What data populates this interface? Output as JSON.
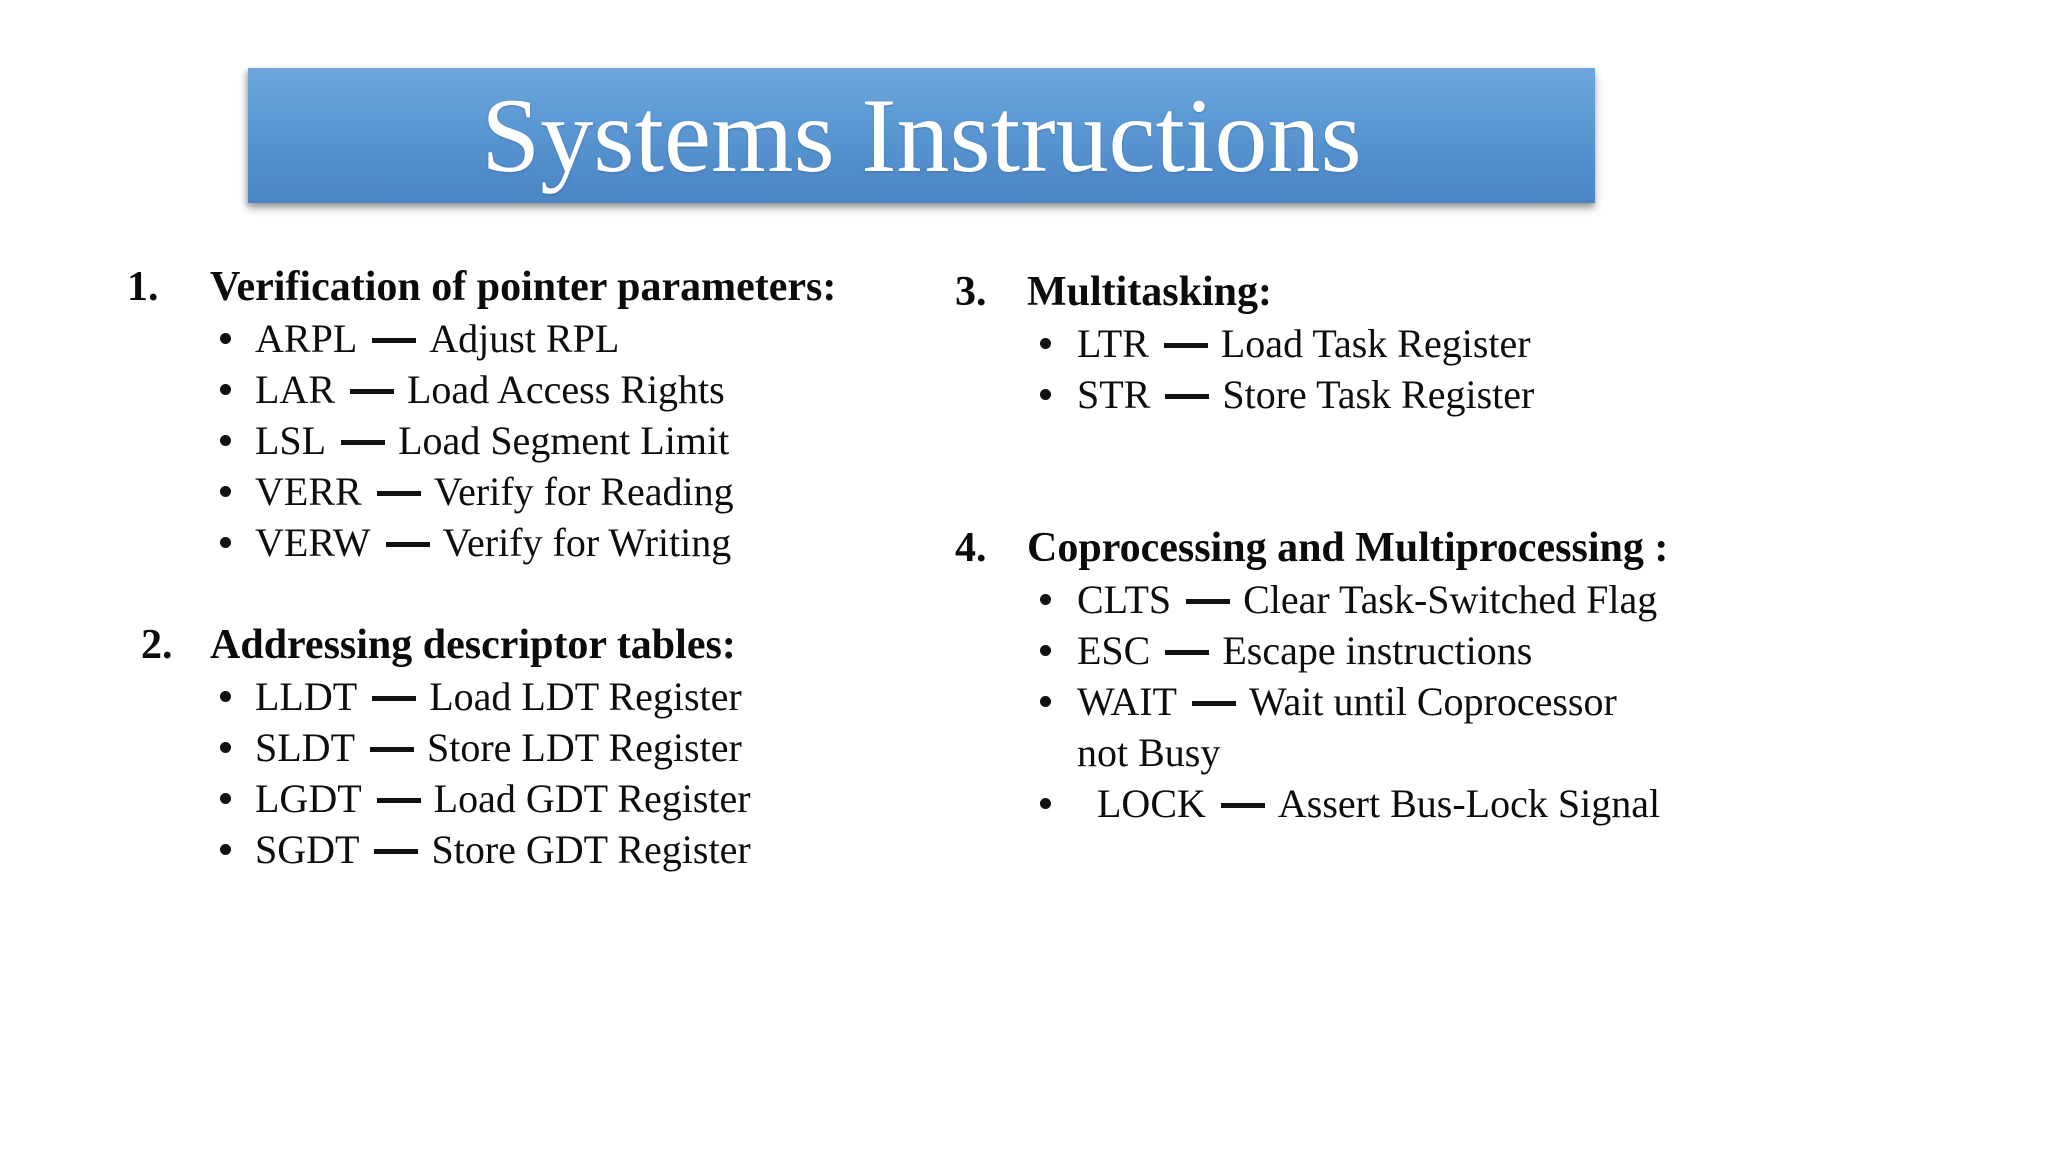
{
  "banner": {
    "title": "Systems Instructions",
    "gradient_top": "#6EA7DE",
    "gradient_bottom": "#4A84C4",
    "text_color": "#FFFFFF"
  },
  "sections": [
    {
      "number": "1.",
      "heading": "Verification of pointer parameters:",
      "items": [
        {
          "mnemonic": "ARPL",
          "desc": "Adjust RPL"
        },
        {
          "mnemonic": "LAR",
          "desc": "Load Access Rights"
        },
        {
          "mnemonic": "LSL",
          "desc": "Load Segment Limit"
        },
        {
          "mnemonic": "VERR",
          "desc": "Verify for Reading"
        },
        {
          "mnemonic": "VERW",
          "desc": "Verify for Writing"
        }
      ]
    },
    {
      "number": "2.",
      "heading": "Addressing descriptor tables:",
      "items": [
        {
          "mnemonic": "LLDT",
          "desc": "Load LDT Register"
        },
        {
          "mnemonic": "SLDT",
          "desc": "Store LDT Register"
        },
        {
          "mnemonic": "LGDT",
          "desc": "Load GDT Register"
        },
        {
          "mnemonic": "SGDT",
          "desc": "Store GDT Register"
        }
      ]
    },
    {
      "number": "3.",
      "heading": "Multitasking:",
      "items": [
        {
          "mnemonic": "LTR",
          "desc": "Load Task Register"
        },
        {
          "mnemonic": "STR",
          "desc": "Store Task Register"
        }
      ]
    },
    {
      "number": "4.",
      "heading": "Coprocessing and Multiprocessing :",
      "items": [
        {
          "mnemonic": "CLTS",
          "desc": "Clear Task-Switched Flag"
        },
        {
          "mnemonic": "ESC",
          "desc": "Escape instructions"
        },
        {
          "mnemonic": "WAIT",
          "desc": "Wait until Coprocessor not Busy"
        },
        {
          "mnemonic": "LOCK",
          "desc": "Assert Bus-Lock Signal"
        }
      ]
    }
  ]
}
